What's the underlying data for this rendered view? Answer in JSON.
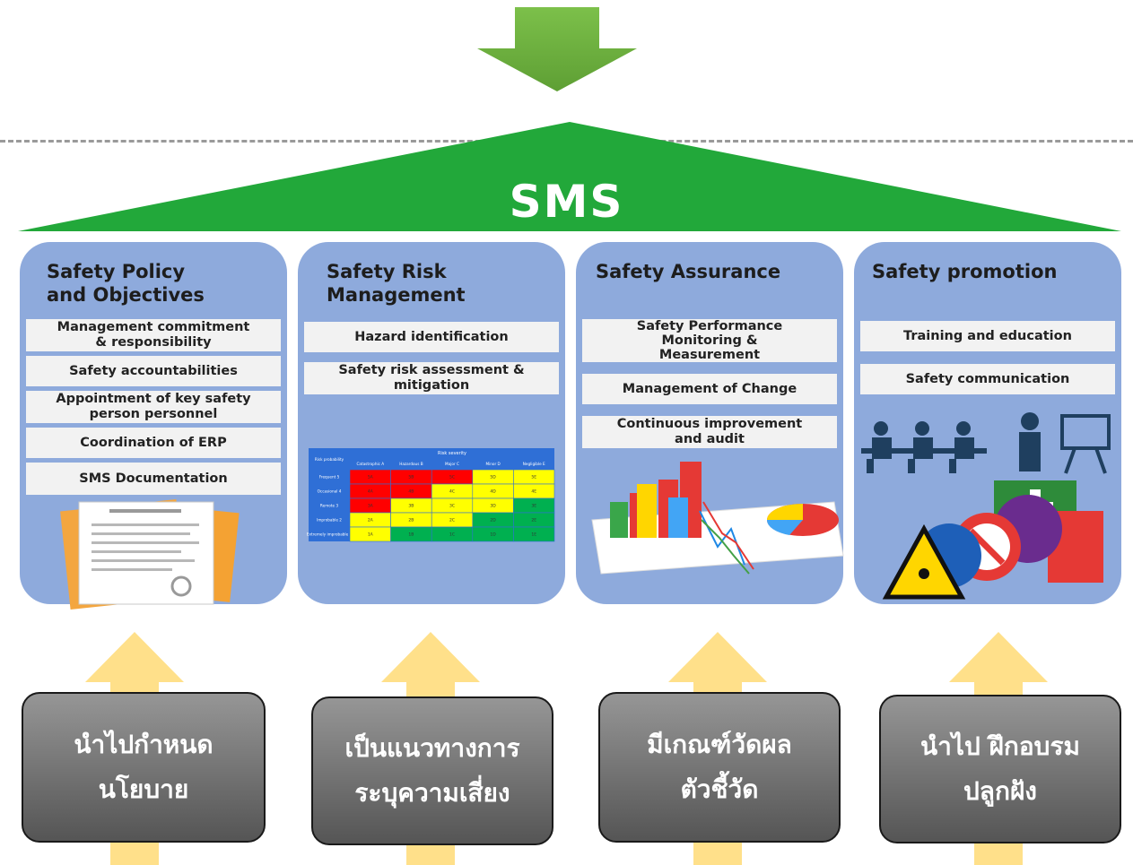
{
  "title": "SMS",
  "pillars": [
    {
      "title_lines": [
        "Safety Policy",
        "and Objectives"
      ],
      "items": [
        [
          "Management commitment",
          "& responsibility"
        ],
        [
          "Safety accountabilities"
        ],
        [
          "Appointment of key safety",
          "person personnel"
        ],
        [
          "Coordination of ERP"
        ],
        [
          "SMS Documentation"
        ]
      ],
      "image": "documents-icon"
    },
    {
      "title_lines": [
        "Safety Risk",
        "Management"
      ],
      "items": [
        [
          "Hazard identification"
        ],
        [
          "Safety risk assessment &",
          "mitigation"
        ]
      ],
      "image": "risk-matrix"
    },
    {
      "title_lines": [
        "Safety Assurance"
      ],
      "items": [
        [
          "Safety Performance",
          "Monitoring &",
          "Measurement"
        ],
        [
          "Management of Change"
        ],
        [
          "Continuous improvement",
          "and audit"
        ]
      ],
      "image": "charts-icon"
    },
    {
      "title_lines": [
        "Safety promotion"
      ],
      "items": [
        [
          "Training and education"
        ],
        [
          "Safety communication"
        ]
      ],
      "image": "training-signs-icon"
    }
  ],
  "risk_matrix": {
    "header": "Risk severity",
    "corner": "Risk probability",
    "columns": [
      "Catastrophic A",
      "Hazardous B",
      "Major C",
      "Minor D",
      "Negligible E"
    ],
    "rows": [
      {
        "label": "Frequent 5",
        "cells": [
          "5A",
          "5B",
          "5C",
          "5D",
          "5E"
        ],
        "colors": [
          "#ff0000",
          "#ff0000",
          "#ff0000",
          "#ffff00",
          "#ffff00"
        ]
      },
      {
        "label": "Occasional 4",
        "cells": [
          "4A",
          "4B",
          "4C",
          "4D",
          "4E"
        ],
        "colors": [
          "#ff0000",
          "#ff0000",
          "#ffff00",
          "#ffff00",
          "#ffff00"
        ]
      },
      {
        "label": "Remote 3",
        "cells": [
          "3A",
          "3B",
          "3C",
          "3D",
          "3E"
        ],
        "colors": [
          "#ff0000",
          "#ffff00",
          "#ffff00",
          "#ffff00",
          "#00b050"
        ]
      },
      {
        "label": "Improbable 2",
        "cells": [
          "2A",
          "2B",
          "2C",
          "2D",
          "2E"
        ],
        "colors": [
          "#ffff00",
          "#ffff00",
          "#ffff00",
          "#00b050",
          "#00b050"
        ]
      },
      {
        "label": "Extremely improbable 1",
        "cells": [
          "1A",
          "1B",
          "1C",
          "1D",
          "1E"
        ],
        "colors": [
          "#ffff00",
          "#00b050",
          "#00b050",
          "#00b050",
          "#00b050"
        ]
      }
    ]
  },
  "boxes": [
    [
      "นำไปกำหนด",
      "นโยบาย"
    ],
    [
      "เป็นแนวทางการ",
      "ระบุความเสี่ยง"
    ],
    [
      "มีเกณฑ์วัดผล",
      "ตัวชี้วัด"
    ],
    [
      "นำไป ฝึกอบรม",
      "ปลูกฝัง"
    ]
  ],
  "colors": {
    "roof": "#22a83a",
    "top_arrow": "#70ad47",
    "pillar": "#8eaadc",
    "up_arrow": "#ffe08a"
  }
}
